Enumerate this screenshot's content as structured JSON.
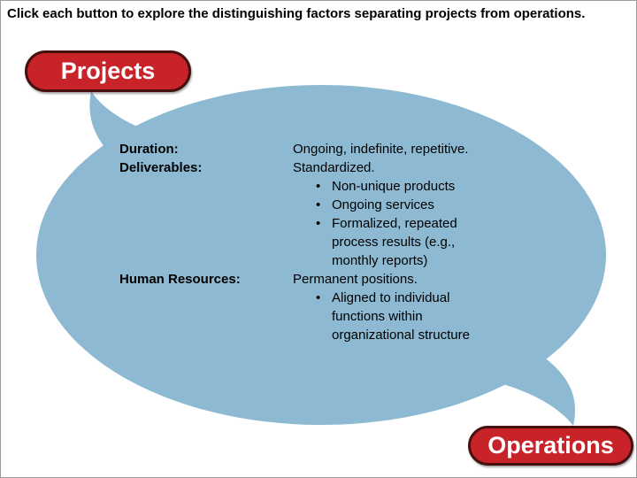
{
  "instruction": "Click each button to explore the distinguishing factors separating projects from operations.",
  "buttons": {
    "projects_label": "Projects",
    "operations_label": "Operations"
  },
  "colors": {
    "bubble_blue": "#8dbad2",
    "button_red": "#c9232a",
    "button_border": "#46100f",
    "text": "#000000"
  },
  "bubble": {
    "rows": [
      {
        "label": "Duration:",
        "text": "Ongoing, indefinite, repetitive.",
        "bullets": []
      },
      {
        "label": "Deliverables:",
        "text": "Standardized.",
        "bullets": [
          "Non-unique products",
          "Ongoing services",
          "Formalized, repeated process results (e.g., monthly reports)"
        ]
      },
      {
        "label": "Human Resources:",
        "text": "Permanent positions.",
        "bullets": [
          "Aligned to individual functions within organizational structure"
        ]
      }
    ]
  }
}
